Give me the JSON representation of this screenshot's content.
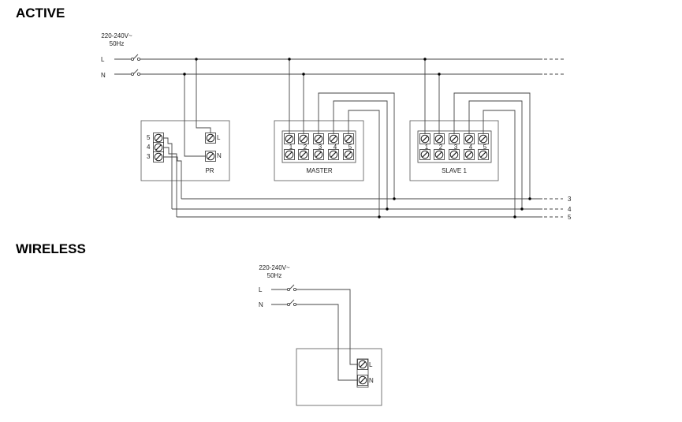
{
  "active": {
    "title": "ACTIVE",
    "supply": {
      "voltage": "220-240V~",
      "frequency": "50Hz",
      "line": "L",
      "neutral": "N"
    },
    "pr": {
      "name": "PR",
      "terminals_left": [
        "5",
        "4",
        "3"
      ],
      "terminals_right": [
        "L",
        "N"
      ]
    },
    "master": {
      "name": "MASTER",
      "terminal_numbers": [
        "1",
        "2",
        "3",
        "4",
        "5"
      ]
    },
    "slave": {
      "name": "SLAVE 1",
      "terminal_numbers": [
        "1",
        "2",
        "3",
        "4",
        "5"
      ]
    },
    "bus_labels": [
      "3",
      "4",
      "5"
    ]
  },
  "wireless": {
    "title": "WIRELESS",
    "supply": {
      "voltage": "220-240V~",
      "frequency": "50Hz",
      "line": "L",
      "neutral": "N"
    },
    "device": {
      "terminals_right": [
        "L",
        "N"
      ]
    }
  }
}
